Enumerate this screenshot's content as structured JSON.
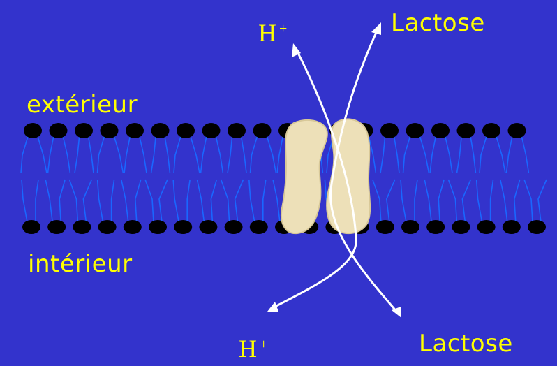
{
  "colors": {
    "background": "#3333cc",
    "text": "#ffff00",
    "lipid_head": "#000000",
    "lipid_tail": "#1a66ff",
    "protein": "#ede0b8",
    "arrow": "#ffffff"
  },
  "labels": {
    "outside": "extérieur",
    "inside": "intérieur",
    "proton_top": "H",
    "proton_bottom": "H",
    "charge": "+",
    "lactose_top": "Lactose",
    "lactose_bottom": "Lactose"
  }
}
